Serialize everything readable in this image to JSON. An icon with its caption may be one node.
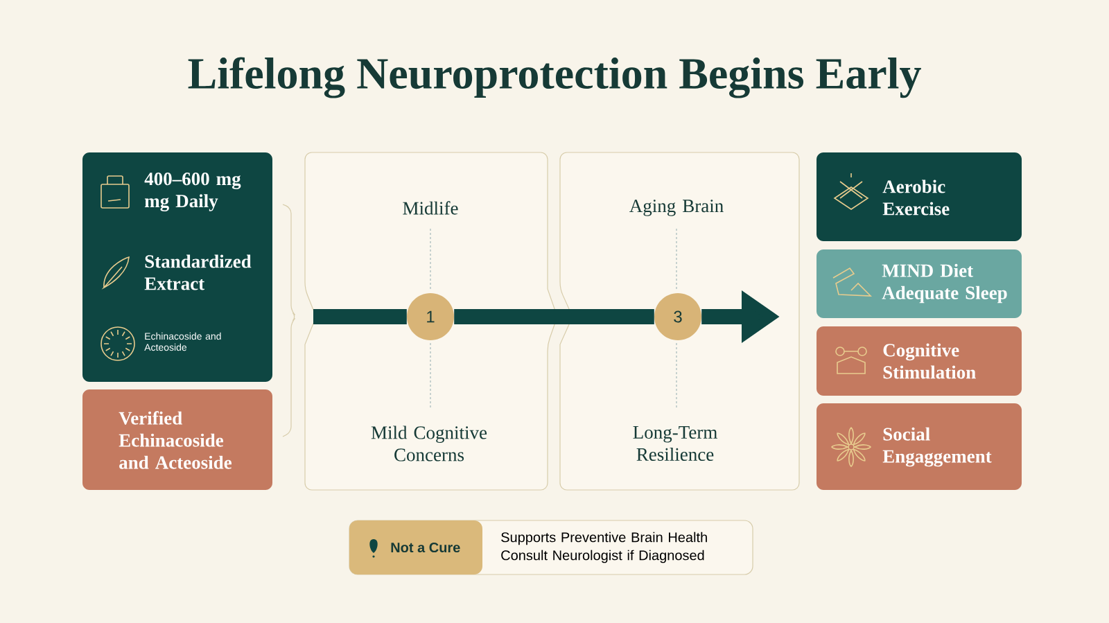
{
  "diagram": {
    "title": "Lifelong Neuroprotection Begins Early",
    "nodes": [
      {
        "text": [
          "400–600 mg mg Daily",
          "Standardized Extract",
          "Echinacoside and Acteoside"
        ]
      },
      {
        "text": [
          "Verified Echinacoside and Acteoside"
        ]
      },
      {
        "text": [
          "Midlife",
          "Mild Cognitive Concerns"
        ]
      },
      {
        "text": [
          "1"
        ],
        "in": 2
      },
      {
        "text": [
          "Aging Brain",
          "Long-Term Resilience"
        ]
      },
      {
        "text": [
          "3"
        ],
        "in": 4
      },
      {
        "text": [
          "Aerobic Exercise"
        ]
      },
      {
        "text": [
          "MIND Diet Adequate Sleep"
        ]
      },
      {
        "text": [
          "Cognitive Stimulation"
        ]
      },
      {
        "text": [
          "Social Engaggement"
        ]
      },
      {
        "text": [
          "Supports Preventive Brain Health",
          "Consult Neurologist if Diagnosed"
        ]
      },
      {
        "text": [
          "Not a Cure"
        ],
        "in": 10
      }
    ],
    "edges": [
      {
        "from": null,
        "to": 3,
        "arrow": "none"
      },
      {
        "from": 3,
        "to": 5,
        "arrow": "none"
      },
      {
        "from": 5,
        "to": null,
        "arrow": "to"
      }
    ]
  }
}
